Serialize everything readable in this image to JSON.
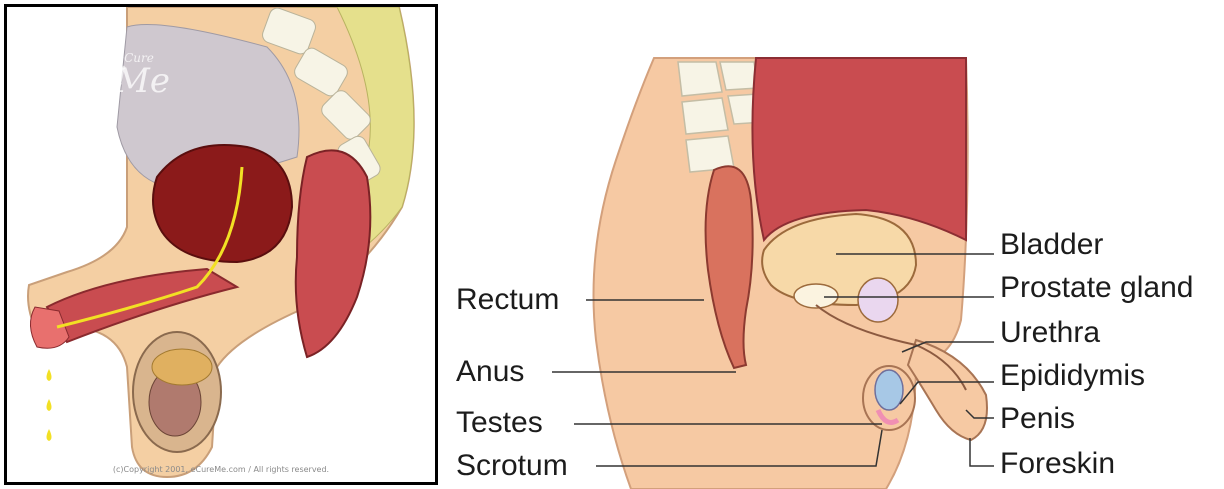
{
  "left_figure": {
    "watermark_small": "eCure",
    "watermark_big": "Me",
    "copyright": "(c)Copyright 2001, eCureMe.com / All rights reserved."
  },
  "right_figure": {
    "labels": {
      "rectum": "Rectum",
      "anus": "Anus",
      "testes": "Testes",
      "scrotum": "Scrotum",
      "bladder": "Bladder",
      "prostate_gland": "Prostate gland",
      "urethra": "Urethra",
      "epididymis": "Epididymis",
      "penis": "Penis",
      "foreskin": "Foreskin"
    }
  },
  "colors": {
    "skin": "#f6c9a3",
    "tissue": "#f5d9b6",
    "bladder_dark": "#8b1a1a",
    "rectum": "#d9725e",
    "intestine": "#c94c50",
    "spine_bone": "#f7f4e6",
    "fat_yellow": "#e5e08c"
  }
}
